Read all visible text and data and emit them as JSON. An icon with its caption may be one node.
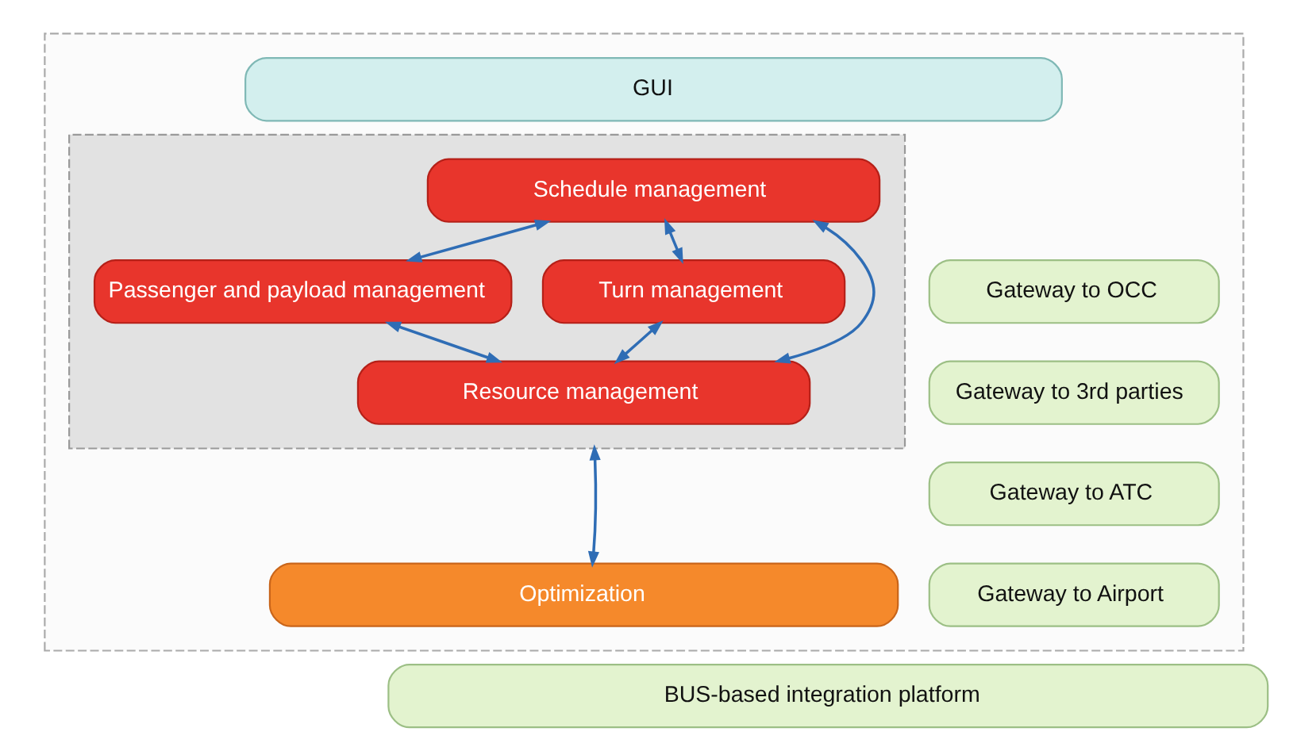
{
  "diagram": {
    "nodes": [
      {
        "text": [],
        "shape": "box"
      },
      {
        "text": [
          "GUI"
        ],
        "in": 0
      },
      {
        "text": [],
        "shape": "box",
        "in": 0
      },
      {
        "text": [
          "Schedule management"
        ],
        "in": 2
      },
      {
        "text": [
          "Passenger and payload management"
        ],
        "in": 2
      },
      {
        "text": [
          "Turn management"
        ],
        "in": 2
      },
      {
        "text": [
          "Resource management"
        ],
        "in": 2
      },
      {
        "text": [
          "Gateway to OCC"
        ],
        "in": 0
      },
      {
        "text": [
          "Gateway to 3rd parties"
        ],
        "in": 0
      },
      {
        "text": [
          "Gateway to ATC"
        ],
        "in": 0
      },
      {
        "text": [
          "Gateway to Airport"
        ],
        "in": 0
      },
      {
        "text": [
          "Optimization"
        ],
        "in": 0
      },
      {
        "text": [
          "BUS-based integration platform"
        ]
      }
    ],
    "edges": [
      {
        "from": 3,
        "to": 4,
        "arrow": "both"
      },
      {
        "from": 3,
        "to": 5,
        "arrow": "both"
      },
      {
        "from": 3,
        "to": 6,
        "arrow": "both"
      },
      {
        "from": 4,
        "to": 6,
        "arrow": "both"
      },
      {
        "from": 5,
        "to": 6,
        "arrow": "both"
      },
      {
        "from": 2,
        "to": 11,
        "arrow": "both"
      }
    ]
  }
}
